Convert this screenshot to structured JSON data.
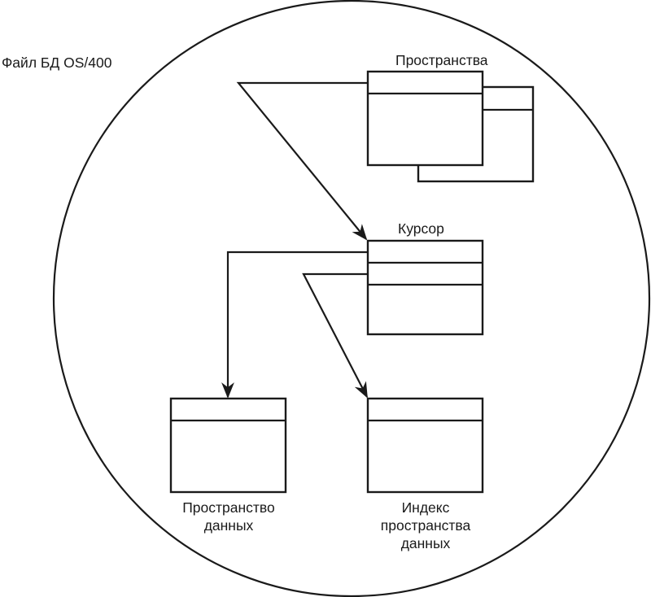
{
  "diagram": {
    "title": "Файл БД OS/400",
    "nodes": {
      "spaces": {
        "label": "Пространства"
      },
      "cursor": {
        "label": "Курсор"
      },
      "data_space": {
        "label_line1": "Пространство",
        "label_line2": "данных"
      },
      "data_space_index": {
        "label_line1": "Индекс",
        "label_line2": "пространства",
        "label_line3": "данных"
      }
    },
    "edges": [
      {
        "from": "spaces",
        "to": "cursor"
      },
      {
        "from": "cursor",
        "to": "data_space"
      },
      {
        "from": "cursor",
        "to": "data_space_index"
      }
    ],
    "colors": {
      "stroke": "#1a1a1a",
      "background": "#ffffff"
    }
  }
}
